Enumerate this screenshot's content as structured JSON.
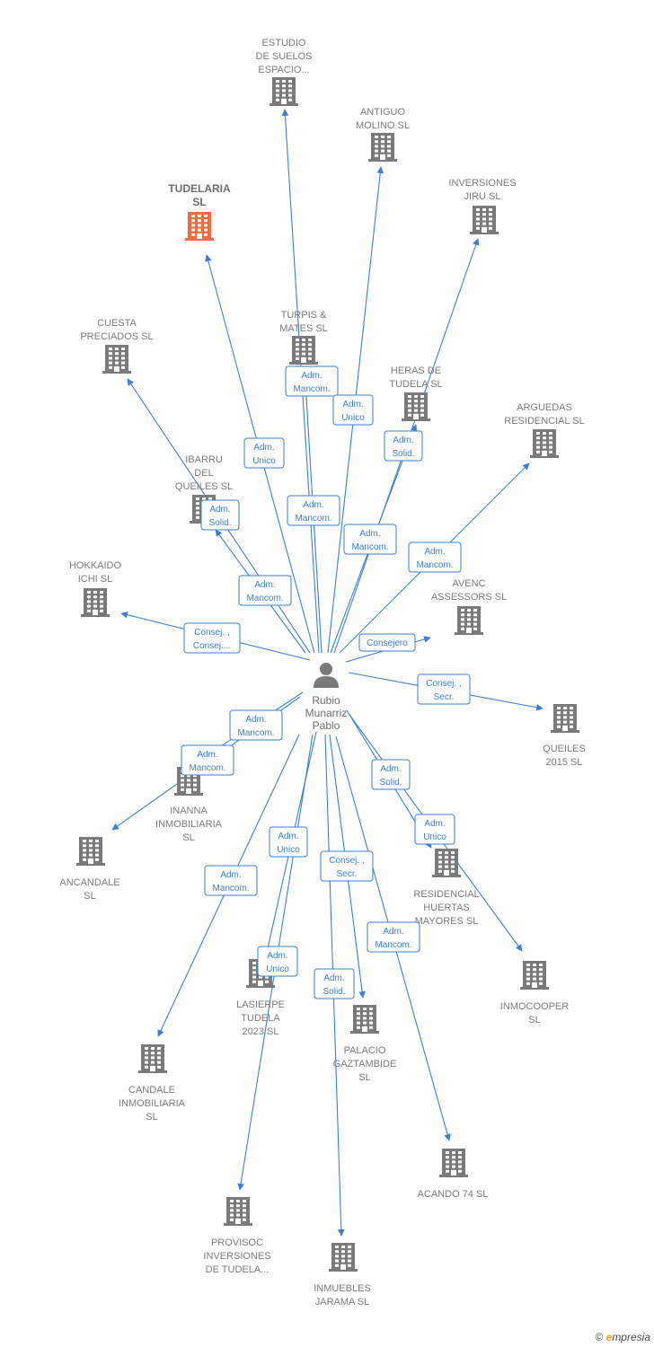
{
  "center": {
    "lines": [
      "Rubio",
      "Munarriz",
      "Pablo"
    ],
    "icon": "person-icon"
  },
  "colors": {
    "edge": "#3a7fd5",
    "building": "#7a7a7a",
    "highlight": "#f26b3a"
  },
  "companies": [
    {
      "id": "estudio",
      "lines": [
        "ESTUDIO",
        "DE SUELOS",
        "ESPACIO..."
      ],
      "icon": "building-icon"
    },
    {
      "id": "antiguo",
      "lines": [
        "ANTIGUO",
        "MOLINO  SL"
      ],
      "icon": "building-icon"
    },
    {
      "id": "tudelaria",
      "lines": [
        "TUDELARIA",
        "SL"
      ],
      "icon": "building-icon",
      "highlight": true
    },
    {
      "id": "jiru",
      "lines": [
        "INVERSIONES",
        "JIRU  SL"
      ],
      "icon": "building-icon"
    },
    {
      "id": "turpis",
      "lines": [
        "TURPIS &",
        "MATES  SL"
      ],
      "icon": "building-icon"
    },
    {
      "id": "cuesta",
      "lines": [
        "CUESTA",
        "PRECIADOS SL"
      ],
      "icon": "building-icon"
    },
    {
      "id": "heras",
      "lines": [
        "HERAS DE",
        "TUDELA  SL"
      ],
      "icon": "building-icon"
    },
    {
      "id": "arguedas",
      "lines": [
        "ARGUEDAS",
        "RESIDENCIAL SL"
      ],
      "icon": "building-icon"
    },
    {
      "id": "ibarru",
      "lines": [
        "IBARRU",
        "DEL",
        "QUEILES  SL"
      ],
      "icon": "building-icon"
    },
    {
      "id": "hokkaido",
      "lines": [
        "HOKKAIDO",
        "ICHI SL"
      ],
      "icon": "building-icon"
    },
    {
      "id": "avenc",
      "lines": [
        "AVENC",
        "ASSESSORS SL"
      ],
      "icon": "building-icon"
    },
    {
      "id": "queiles",
      "lines": [
        "QUEILES",
        "2015  SL"
      ],
      "icon": "building-icon"
    },
    {
      "id": "inanna",
      "lines": [
        "INANNA",
        "INMOBILIARIA",
        "SL"
      ],
      "icon": "building-icon"
    },
    {
      "id": "ancandale",
      "lines": [
        "ANCANDALE",
        "SL"
      ],
      "icon": "building-icon"
    },
    {
      "id": "residencial",
      "lines": [
        "RESIDENCIAL",
        "HUERTAS",
        "MAYORES  SL"
      ],
      "icon": "building-icon"
    },
    {
      "id": "inmocooper",
      "lines": [
        "INMOCOOPER",
        "SL"
      ],
      "icon": "building-icon"
    },
    {
      "id": "lasierpe",
      "lines": [
        "LASIERPE",
        "TUDELA",
        "2023  SL"
      ],
      "icon": "building-icon"
    },
    {
      "id": "palacio",
      "lines": [
        "PALACIO",
        "GAZTAMBIDE",
        "SL"
      ],
      "icon": "building-icon"
    },
    {
      "id": "candale",
      "lines": [
        "CANDALE",
        "INMOBILIARIA",
        "SL"
      ],
      "icon": "building-icon"
    },
    {
      "id": "acando",
      "lines": [
        "ACANDO 74  SL"
      ],
      "icon": "building-icon"
    },
    {
      "id": "provisoc",
      "lines": [
        "PROVISOC",
        "INVERSIONES",
        "DE TUDELA..."
      ],
      "icon": "building-icon"
    },
    {
      "id": "jarama",
      "lines": [
        "INMUEBLES",
        "JARAMA SL"
      ],
      "icon": "building-icon"
    }
  ],
  "edges": [
    {
      "target": "estudio",
      "lines": [
        "Adm.",
        "Mancom."
      ]
    },
    {
      "target": "antiguo",
      "lines": [
        "Adm.",
        "Unico"
      ]
    },
    {
      "target": "tudelaria",
      "lines": [
        "Adm.",
        "Unico"
      ]
    },
    {
      "target": "jiru",
      "lines": [
        "Adm.",
        "Solid."
      ]
    },
    {
      "target": "turpis",
      "lines": [
        "Adm.",
        "Mancom."
      ]
    },
    {
      "target": "cuesta",
      "lines": [
        "Adm.",
        "Mancom."
      ]
    },
    {
      "target": "heras",
      "lines": [
        "Adm.",
        "Mancom."
      ]
    },
    {
      "target": "arguedas",
      "lines": [
        "Adm.",
        "Mancom."
      ]
    },
    {
      "target": "ibarru",
      "lines": [
        "Adm.",
        "Solid."
      ]
    },
    {
      "target": "hokkaido",
      "lines": [
        "Consej. ,",
        "Consej...."
      ]
    },
    {
      "target": "avenc",
      "lines": [
        "Consejero"
      ]
    },
    {
      "target": "queiles",
      "lines": [
        "Consej. ,",
        "Secr."
      ]
    },
    {
      "target": "inanna",
      "lines": [
        "Adm.",
        "Mancom."
      ]
    },
    {
      "target": "ancandale",
      "lines": [
        "Adm.",
        "Mancom."
      ]
    },
    {
      "target": "residencial",
      "lines": [
        "Adm.",
        "Solid."
      ]
    },
    {
      "target": "inmocooper",
      "lines": [
        "Adm.",
        "Unico"
      ]
    },
    {
      "target": "lasierpe",
      "lines": [
        "Adm.",
        "Unico"
      ]
    },
    {
      "target": "palacio",
      "lines": [
        "Consej. ,",
        "Secr."
      ]
    },
    {
      "target": "candale",
      "lines": [
        "Adm.",
        "Mancom."
      ]
    },
    {
      "target": "acando",
      "lines": [
        "Adm.",
        "Mancom."
      ]
    },
    {
      "target": "provisoc",
      "lines": [
        "Adm.",
        "Unico"
      ]
    },
    {
      "target": "jarama",
      "lines": [
        "Adm.",
        "Solid."
      ]
    }
  ],
  "footer": {
    "copyright": "©",
    "brand_initial": "e",
    "brand_rest": "mpresia"
  }
}
